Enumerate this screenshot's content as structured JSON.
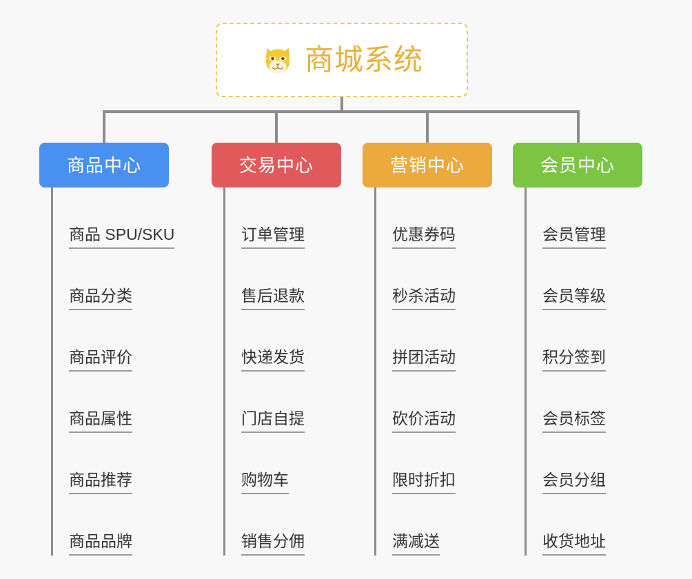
{
  "background_color": "#f8f8f8",
  "root": {
    "icon": "shiba-dog-face-icon",
    "title": "商城系统",
    "title_color": "#e8b13c",
    "border_color": "#f5c563",
    "fill_color": "#ffffff"
  },
  "connector_color": "#8c8c8c",
  "categories": [
    {
      "label": "商品中心",
      "color": "#4a90f0",
      "items": [
        "商品 SPU/SKU",
        "商品分类",
        "商品评价",
        "商品属性",
        "商品推荐",
        "商品品牌"
      ]
    },
    {
      "label": "交易中心",
      "color": "#e2595b",
      "items": [
        "订单管理",
        "售后退款",
        "快递发货",
        "门店自提",
        "购物车",
        "销售分佣"
      ]
    },
    {
      "label": "营销中心",
      "color": "#eca93e",
      "items": [
        "优惠券码",
        "秒杀活动",
        "拼团活动",
        "砍价活动",
        "限时折扣",
        "满减送"
      ]
    },
    {
      "label": "会员中心",
      "color": "#7cc councils"
    }
  ]
}
